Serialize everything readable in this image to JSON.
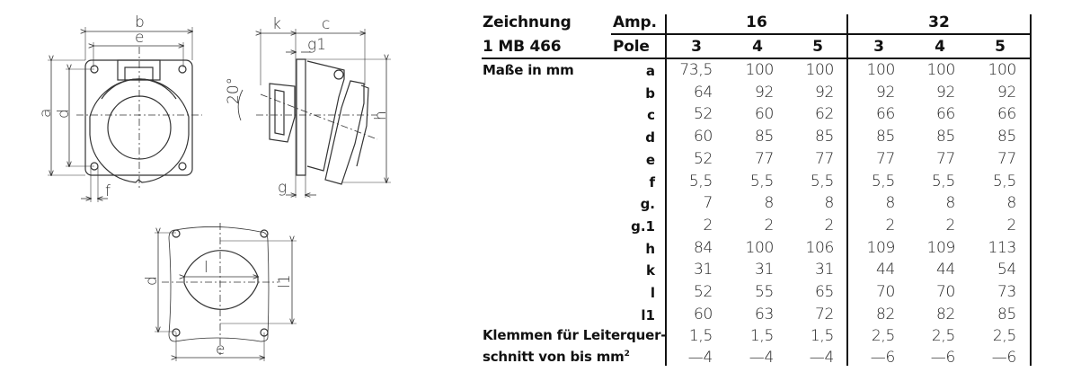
{
  "title": {
    "label": "Zeichnung",
    "drawing_no": "1 MB 466"
  },
  "header": {
    "amp_label": "Amp.",
    "pole_label": "Pole",
    "amp_groups": [
      {
        "amp": "16",
        "poles": [
          "3",
          "4",
          "5"
        ]
      },
      {
        "amp": "32",
        "poles": [
          "3",
          "4",
          "5"
        ]
      }
    ]
  },
  "dimensions_label": "Maße in mm",
  "rows": [
    {
      "key": "a",
      "values": [
        "73,5",
        "100",
        "100",
        "100",
        "100",
        "100"
      ]
    },
    {
      "key": "b",
      "values": [
        "64",
        "92",
        "92",
        "92",
        "92",
        "92"
      ]
    },
    {
      "key": "c",
      "values": [
        "52",
        "60",
        "62",
        "66",
        "66",
        "66"
      ]
    },
    {
      "key": "d",
      "values": [
        "60",
        "85",
        "85",
        "85",
        "85",
        "85"
      ]
    },
    {
      "key": "e",
      "values": [
        "52",
        "77",
        "77",
        "77",
        "77",
        "77"
      ]
    },
    {
      "key": "f",
      "values": [
        "5,5",
        "5,5",
        "5,5",
        "5,5",
        "5,5",
        "5,5"
      ]
    },
    {
      "key": "g.",
      "values": [
        "7",
        "8",
        "8",
        "8",
        "8",
        "8"
      ]
    },
    {
      "key": "g.1",
      "values": [
        "2",
        "2",
        "2",
        "2",
        "2",
        "2"
      ]
    },
    {
      "key": "h",
      "values": [
        "84",
        "100",
        "106",
        "109",
        "109",
        "113"
      ]
    },
    {
      "key": "k",
      "values": [
        "31",
        "31",
        "31",
        "44",
        "44",
        "54"
      ]
    },
    {
      "key": "l",
      "values": [
        "52",
        "55",
        "65",
        "70",
        "70",
        "73"
      ]
    },
    {
      "key": "l1",
      "values": [
        "60",
        "63",
        "72",
        "82",
        "82",
        "85"
      ]
    }
  ],
  "terminals": {
    "label_line1": "Klemmen für Leiterquer-",
    "label_line2": "schnitt von bis mm",
    "label_sup": "2",
    "from_values": [
      "1,5",
      "1,5",
      "1,5",
      "2,5",
      "2,5",
      "2,5"
    ],
    "to_values": [
      "—4",
      "—4",
      "—4",
      "—6",
      "—6",
      "—6"
    ]
  },
  "drawing_labels": {
    "front": {
      "b": "b",
      "e": "e",
      "a": "a",
      "d": "d",
      "f": "f"
    },
    "side": {
      "k": "k",
      "c": "c",
      "g1": "g1",
      "angle": "20°",
      "h": "h",
      "g": "g"
    },
    "cutout": {
      "d": "d",
      "l": "l",
      "l1": "l1",
      "e": "e"
    }
  },
  "colors": {
    "line": "#111111",
    "drawing": "#333333",
    "text": "#111111"
  }
}
